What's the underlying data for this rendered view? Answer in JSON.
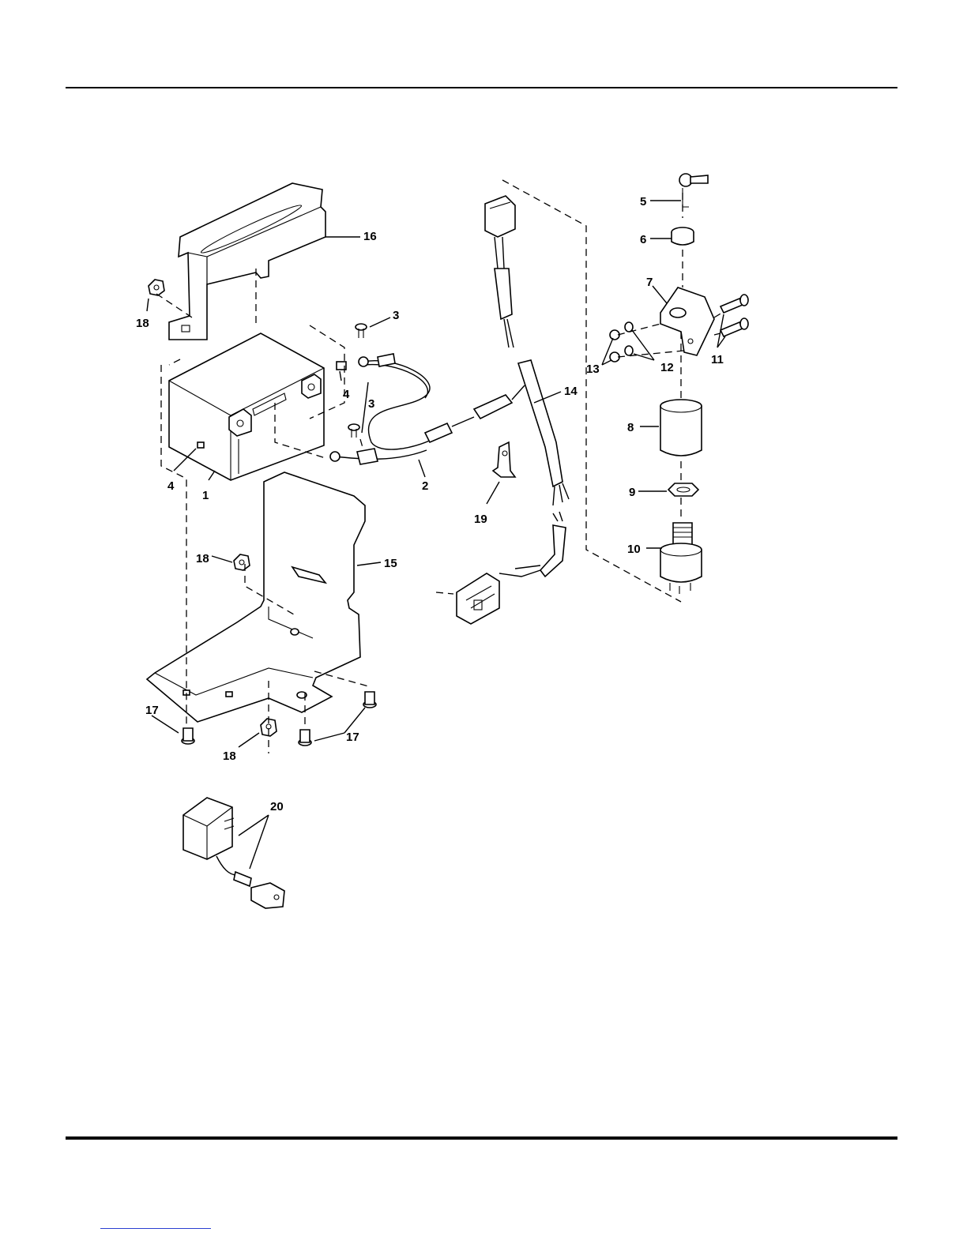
{
  "callouts": {
    "c1": "1",
    "c2": "2",
    "c3a": "3",
    "c3b": "3",
    "c4a": "4",
    "c4b": "4",
    "c5": "5",
    "c6": "6",
    "c7": "7",
    "c8": "8",
    "c9": "9",
    "c10": "10",
    "c11": "11",
    "c12": "12",
    "c13": "13",
    "c14": "14",
    "c15": "15",
    "c16": "16",
    "c17a": "17",
    "c17b": "17",
    "c18a": "18",
    "c18b": "18",
    "c18c": "18",
    "c19": "19",
    "c20": "20"
  }
}
